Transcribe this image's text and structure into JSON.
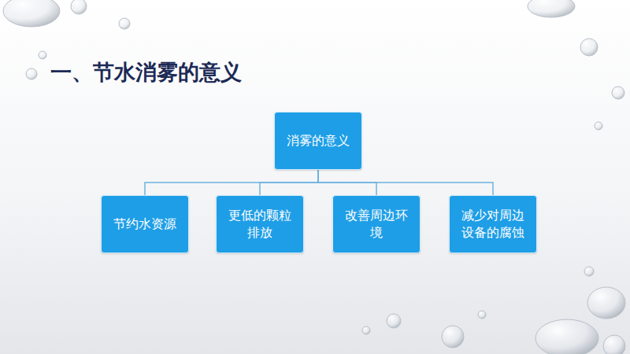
{
  "diagram": {
    "title": "一、节水消雾的意义",
    "nodes": [
      {
        "text": [
          "消雾的意义"
        ]
      },
      {
        "text": [
          "节约水资源"
        ]
      },
      {
        "text": [
          "更低的颗粒排放"
        ]
      },
      {
        "text": [
          "改善周边环境"
        ]
      },
      {
        "text": [
          "减少对周边设备的腐蚀"
        ]
      }
    ],
    "edges": [
      {
        "from": 0,
        "to": 1,
        "arrow": "none"
      },
      {
        "from": 0,
        "to": 2,
        "arrow": "none"
      },
      {
        "from": 0,
        "to": 3,
        "arrow": "none"
      },
      {
        "from": 0,
        "to": 4,
        "arrow": "none"
      }
    ]
  }
}
